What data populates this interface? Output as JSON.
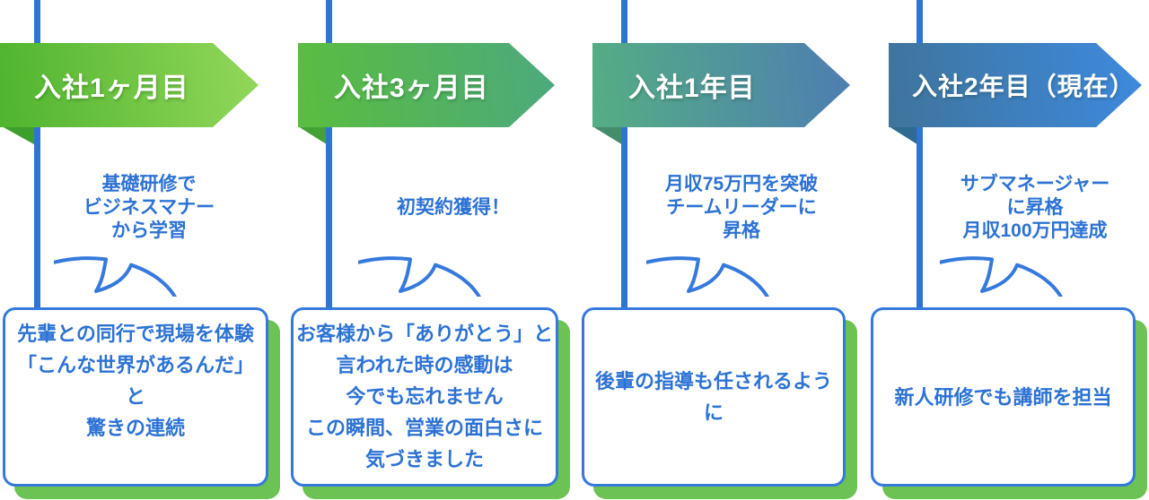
{
  "infographic": {
    "type": "career-timeline",
    "colors": {
      "accent_blue": "#2d74d3",
      "card_border_blue": "#3579dd",
      "text_blue": "#2c72d4",
      "shadow_green": "#6cc253",
      "banner1_gradient": [
        "#4fb42e",
        "#93d75a"
      ],
      "banner2_gradient": [
        "#5abd3f",
        "#4ca97e"
      ],
      "banner3_gradient": [
        "#55ae83",
        "#4d7db2"
      ],
      "banner4_gradient": [
        "#3f749b",
        "#3e8ade"
      ]
    },
    "columns": [
      {
        "banner_label": "入社1ヶ月目",
        "bubble_text": "基礎研修で\nビジネスマナー\nから学習",
        "card_text": "先輩との同行で現場を体験\n「こんな世界があるんだ」と\n驚きの連続"
      },
      {
        "banner_label": "入社3ヶ月目",
        "bubble_text": "初契約獲得！",
        "card_text": "お客様から「ありがとう」と\n言われた時の感動は\n今でも忘れません\nこの瞬間、営業の面白さに\n気づきました"
      },
      {
        "banner_label": "入社1年目",
        "bubble_text": "月収75万円を突破\nチームリーダーに\n昇格",
        "card_text": "後輩の指導も任されるように"
      },
      {
        "banner_label": "入社2年目（現在）",
        "bubble_text": "サブマネージャー\nに昇格\n月収100万円達成",
        "card_text": "新人研修でも講師を担当"
      }
    ]
  }
}
